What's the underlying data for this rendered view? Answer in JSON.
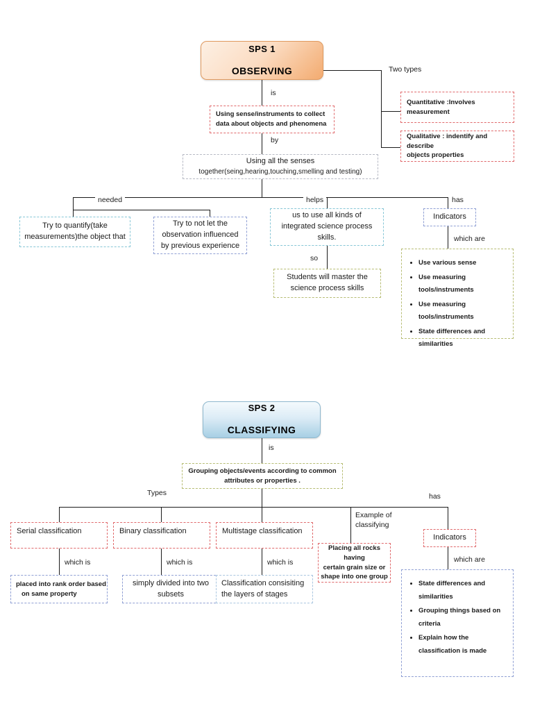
{
  "diagram": {
    "title": "Science Process Skills Concept Map",
    "colors": {
      "red_dash": "#e0696b",
      "blue_dash": "#8f9fd4",
      "teal_dash": "#86c6d6",
      "light_blue_dash": "#a9c6e0",
      "olive_dash": "#b7bd74",
      "gray_dash": "#b6b9c4",
      "orange_fill": "#f3ab70",
      "blue_fill": "#a7cfe4",
      "connector": "#1a1a1a"
    }
  },
  "sps1": {
    "header": {
      "code": "SPS  1",
      "name": "OBSERVING"
    },
    "edges": {
      "is": "is",
      "two_types": "Two types",
      "by": "by",
      "needed": "needed",
      "helps": "helps",
      "has": "has",
      "so": "so",
      "which_are": "which are"
    },
    "definition": {
      "line1": "Using sense/instruments to collect",
      "line2": "data about objects and  phenomena"
    },
    "types": [
      {
        "line1": "Quantitative :Involves",
        "line2": "measurement"
      },
      {
        "line1": "Qualitative : indentify and describe",
        "line2": "objects properties"
      }
    ],
    "senses": {
      "line1": "Using all the senses",
      "line2": "together(seing,hearing,touching,smelling and testing)"
    },
    "needed_boxes": [
      {
        "line1": "Try to quantify(take",
        "line2": "measurements)the object that",
        "line3": ""
      },
      {
        "line1": "Try to not let the",
        "line2": "observation influenced",
        "line3": "by previous experience"
      }
    ],
    "helps_box": {
      "line1": "us to use all kinds of",
      "line2": "integrated science process",
      "line3": "skills."
    },
    "so_box": {
      "line1": "Students will master the",
      "line2": "science process skills"
    },
    "indicators_label": "Indicators",
    "indicators": [
      "Use various sense",
      "Use measuring tools/instruments",
      "Use measuring tools/instruments",
      "State differences and similarities"
    ]
  },
  "sps2": {
    "header": {
      "code": "SPS 2",
      "name": "CLASSIFYING"
    },
    "edges": {
      "is": "is",
      "types": "Types",
      "has": "has",
      "which_is": "which is",
      "which_are": "which are",
      "example_of_classifying_l1": "Example of",
      "example_of_classifying_l2": "classifying"
    },
    "definition": {
      "line1": "Grouping objects/events according to common",
      "line2": "attributes or properties ."
    },
    "type_boxes": [
      {
        "title": "Serial classification",
        "detail_l1": "placed  into rank order based",
        "detail_l2": "on same  property"
      },
      {
        "title": "Binary classification",
        "detail_l1": "simply divided into two",
        "detail_l2": "subsets"
      },
      {
        "title": "Multistage  classification",
        "detail_l1": "Classification consisiting",
        "detail_l2": "the layers of stages"
      }
    ],
    "example_box": {
      "line1": "Placing all rocks having",
      "line2": "certain grain size or",
      "line3": "shape into one group"
    },
    "indicators_label": "Indicators",
    "indicators": [
      "State differences and similarities",
      "Grouping things based on criteria",
      "Explain how the classification is made"
    ]
  }
}
